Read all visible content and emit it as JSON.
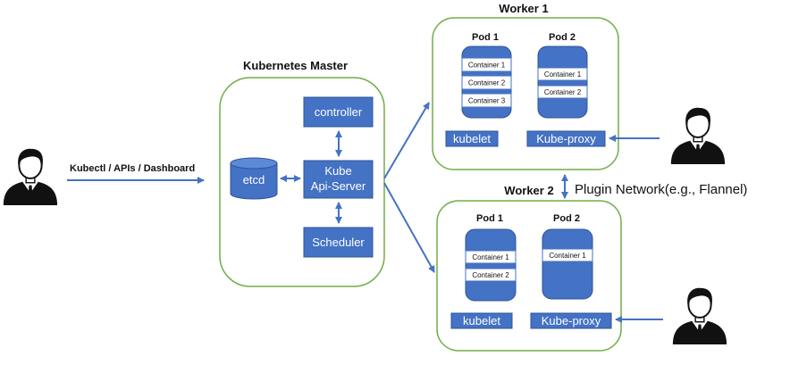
{
  "colors": {
    "box_fill": "#4472c4",
    "box_stroke": "#2f5597",
    "group_border": "#70ad47",
    "arrow": "#4472c4",
    "person": "#111111"
  },
  "client": {
    "arrow_label": "Kubectl / APIs / Dashboard"
  },
  "master": {
    "title": "Kubernetes Master",
    "controller": "controller",
    "api_server_line1": "Kube",
    "api_server_line2": "Api-Server",
    "scheduler": "Scheduler",
    "etcd": "etcd"
  },
  "worker1": {
    "title": "Worker 1",
    "pod1": {
      "title": "Pod 1",
      "containers": [
        "Container 1",
        "Container 2",
        "Container 3"
      ]
    },
    "pod2": {
      "title": "Pod 2",
      "containers": [
        "Container 1",
        "Container 2"
      ]
    },
    "kubelet": "kubelet",
    "kube_proxy": "Kube-proxy"
  },
  "worker2": {
    "title": "Worker 2",
    "pod1": {
      "title": "Pod 1",
      "containers": [
        "Container 1",
        "Container 2"
      ]
    },
    "pod2": {
      "title": "Pod 2",
      "containers": [
        "Container 1"
      ]
    },
    "kubelet": "kubelet",
    "kube_proxy": "Kube-proxy"
  },
  "plugin_network": "Plugin Network(e.g., Flannel)",
  "icons": [
    "user-icon",
    "user-icon",
    "user-icon"
  ]
}
